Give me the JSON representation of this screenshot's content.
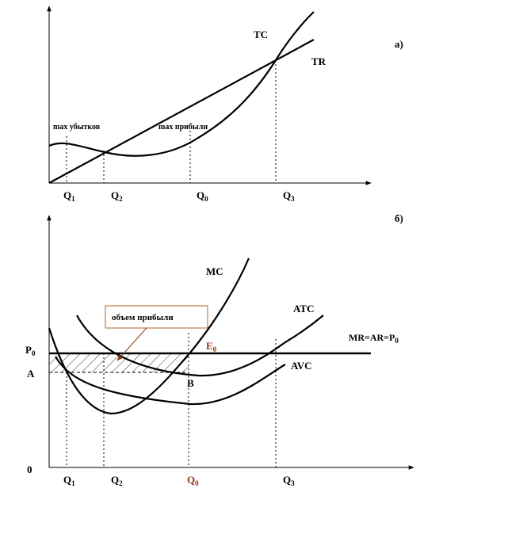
{
  "top": {
    "panel_label": "а)",
    "tc_label": "TC",
    "tr_label": "TR",
    "max_loss_label": "max убытков",
    "max_profit_label": "max прибыли",
    "ticks": {
      "q1": "Q",
      "q1_sub": "1",
      "q2": "Q",
      "q2_sub": "2",
      "q0": "Q",
      "q0_sub": "0",
      "q3": "Q",
      "q3_sub": "3"
    }
  },
  "bottom": {
    "panel_label": "б)",
    "mc_label": "MC",
    "atc_label": "ATC",
    "avc_label": "AVC",
    "mr_label": "MR=AR=P",
    "mr_sub": "0",
    "e0_label": "E",
    "e0_sub": "0",
    "b_label": "B",
    "p0_label": "P",
    "p0_sub": "0",
    "a_label": "A",
    "zero_label": "0",
    "profit_box": "объем прибыли",
    "ticks": {
      "q1": "Q",
      "q1_sub": "1",
      "q2": "Q",
      "q2_sub": "2",
      "q0": "Q",
      "q0_sub": "0",
      "q3": "Q",
      "q3_sub": "3"
    }
  },
  "colors": {
    "accent_brown": "#8b3a1a",
    "line": "#000000"
  }
}
